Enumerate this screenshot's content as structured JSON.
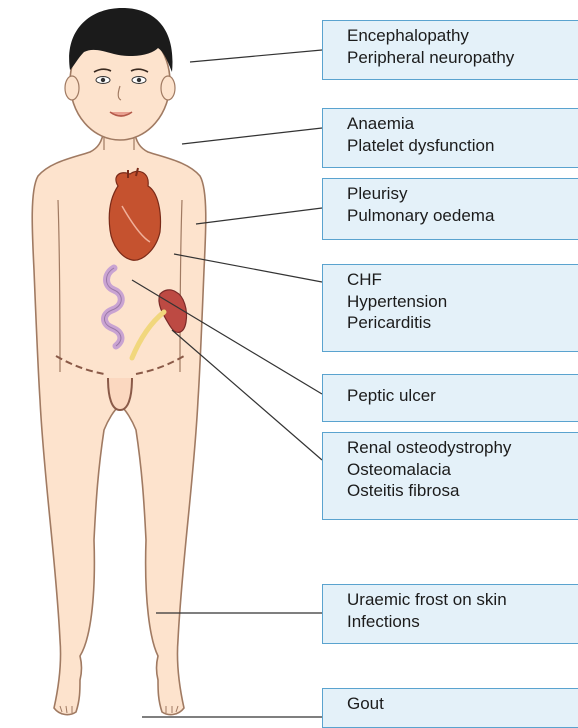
{
  "colors": {
    "skin": "#fde3cd",
    "skin_outline": "#a07a62",
    "hair": "#1b1b1b",
    "heart": "#c5522f",
    "kidney": "#bd4a43",
    "intestine": "#c9a3d2",
    "ureter": "#f1d77d",
    "box_fill": "#e4f1f9",
    "box_border": "#5aa3cf",
    "leader_line": "#333333"
  },
  "labels": [
    {
      "id": "nervous",
      "lines": [
        "Encephalopathy",
        "Peripheral neuropathy"
      ]
    },
    {
      "id": "blood",
      "lines": [
        "Anaemia",
        "Platelet dysfunction"
      ]
    },
    {
      "id": "lungs",
      "lines": [
        "Pleurisy",
        "Pulmonary oedema"
      ]
    },
    {
      "id": "heart",
      "lines": [
        "CHF",
        "Hypertension",
        "Pericarditis"
      ]
    },
    {
      "id": "gut",
      "lines": [
        "Peptic ulcer"
      ]
    },
    {
      "id": "bone",
      "lines": [
        "Renal osteodystrophy",
        "Osteomalacia",
        "Osteitis fibrosa"
      ]
    },
    {
      "id": "skin",
      "lines": [
        "Uraemic frost on skin",
        "Infections"
      ]
    },
    {
      "id": "joints",
      "lines": [
        "Gout"
      ]
    }
  ]
}
